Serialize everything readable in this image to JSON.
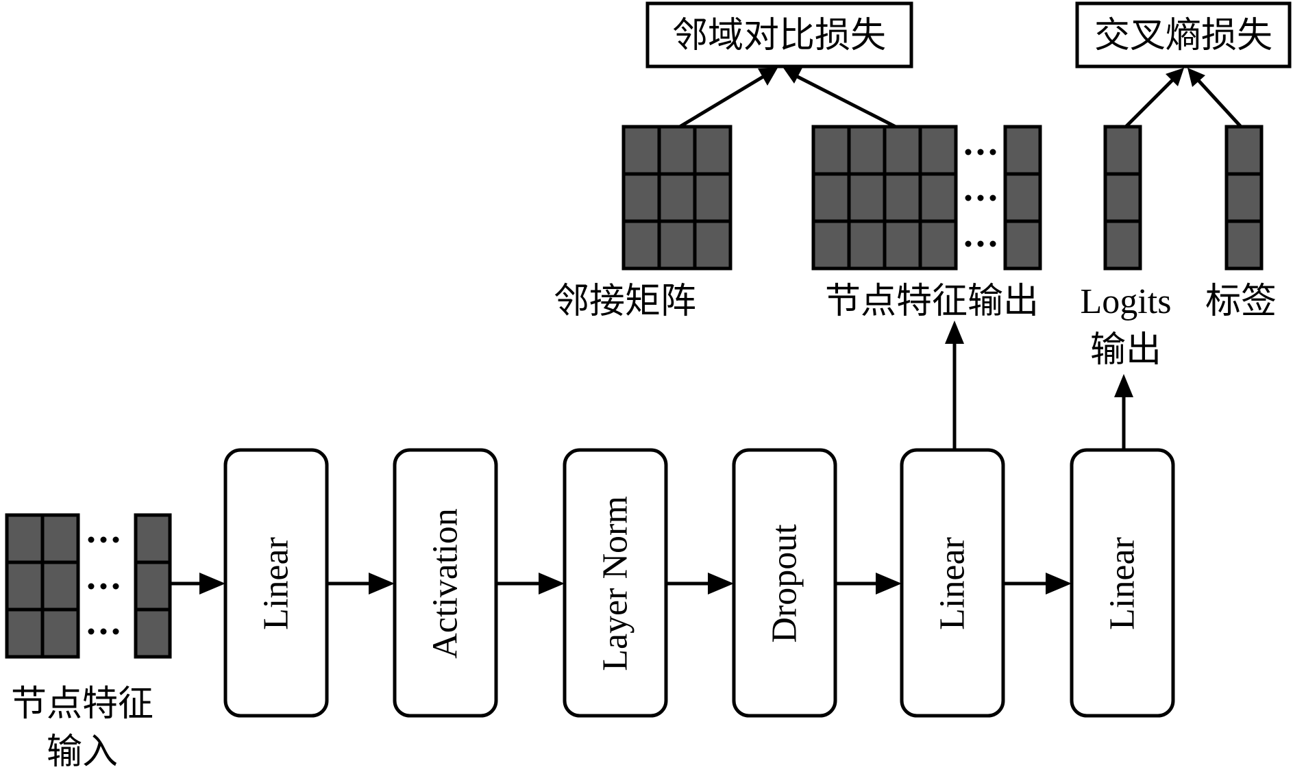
{
  "losses": {
    "neighborhood_contrastive": "邻域对比损失",
    "cross_entropy": "交叉熵损失"
  },
  "matrices": {
    "adjacency": "邻接矩阵",
    "node_feature_output": "节点特征输出",
    "logits_line1": "Logits",
    "logits_line2": "输出",
    "labels": "标签",
    "input_line1": "节点特征",
    "input_line2": "输入"
  },
  "pipeline": {
    "blocks": [
      "Linear",
      "Activation",
      "Layer Norm",
      "Dropout",
      "Linear",
      "Linear"
    ]
  },
  "colors": {
    "cell_fill": "#595959",
    "stroke": "#000000",
    "background": "#ffffff"
  }
}
